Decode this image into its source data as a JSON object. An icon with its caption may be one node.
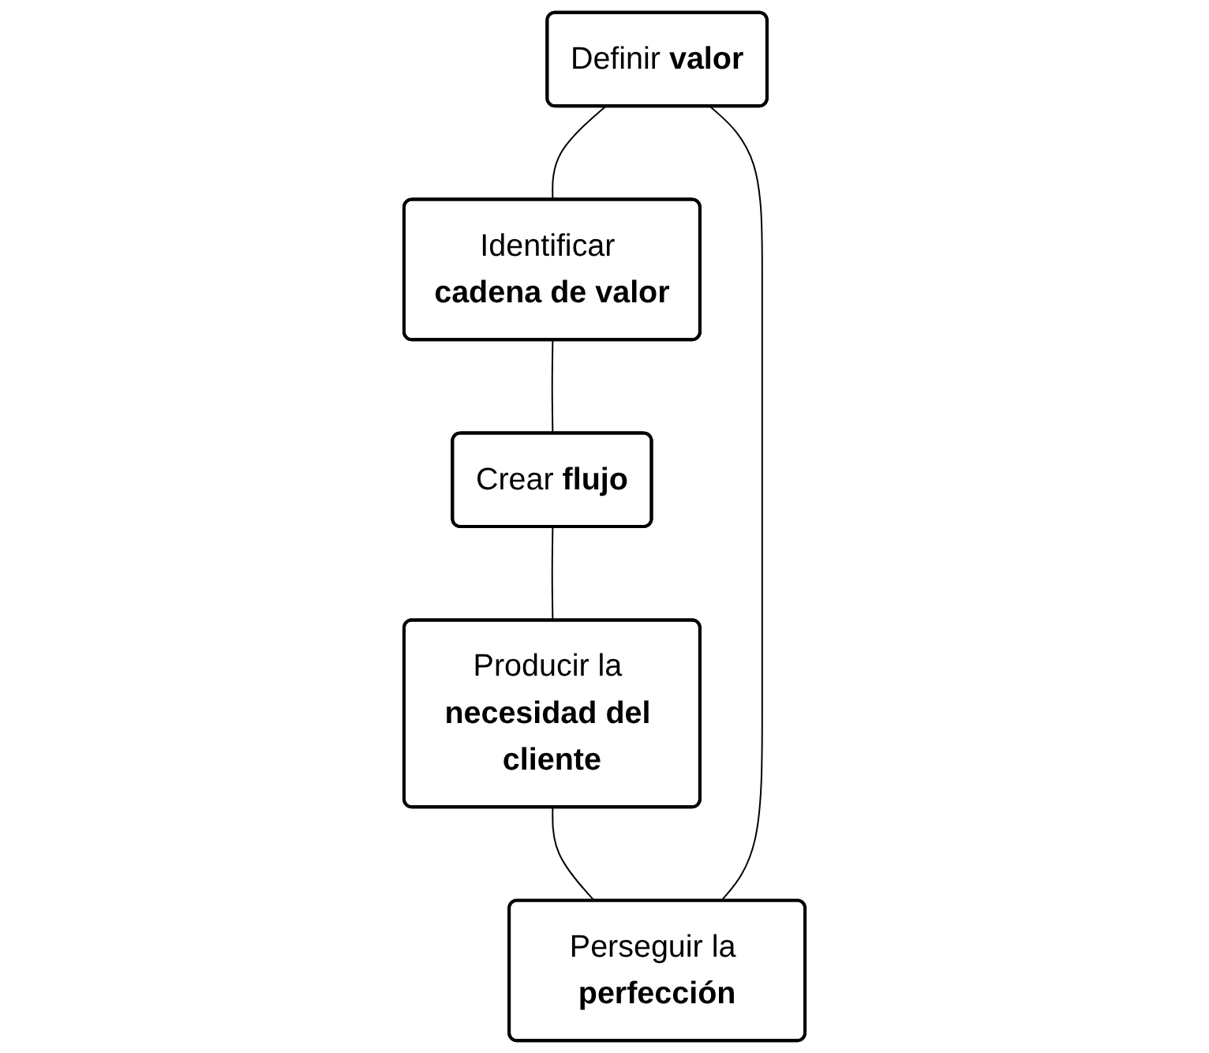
{
  "diagram": {
    "nodes": [
      {
        "text": [
          "Definir **valor**"
        ]
      },
      {
        "text": [
          "Identificar **cadena de valor**"
        ]
      },
      {
        "text": [
          "Crear **flujo**"
        ]
      },
      {
        "text": [
          "Producir la **necesidad del cliente**"
        ]
      },
      {
        "text": [
          "Perseguir la **perfección**"
        ]
      }
    ],
    "edges": [
      {
        "from": 0,
        "to": 1,
        "arrow": "none"
      },
      {
        "from": 1,
        "to": 2,
        "arrow": "none"
      },
      {
        "from": 2,
        "to": 3,
        "arrow": "none"
      },
      {
        "from": 3,
        "to": 4,
        "arrow": "none"
      },
      {
        "from": 4,
        "to": 0,
        "arrow": "none"
      }
    ]
  }
}
